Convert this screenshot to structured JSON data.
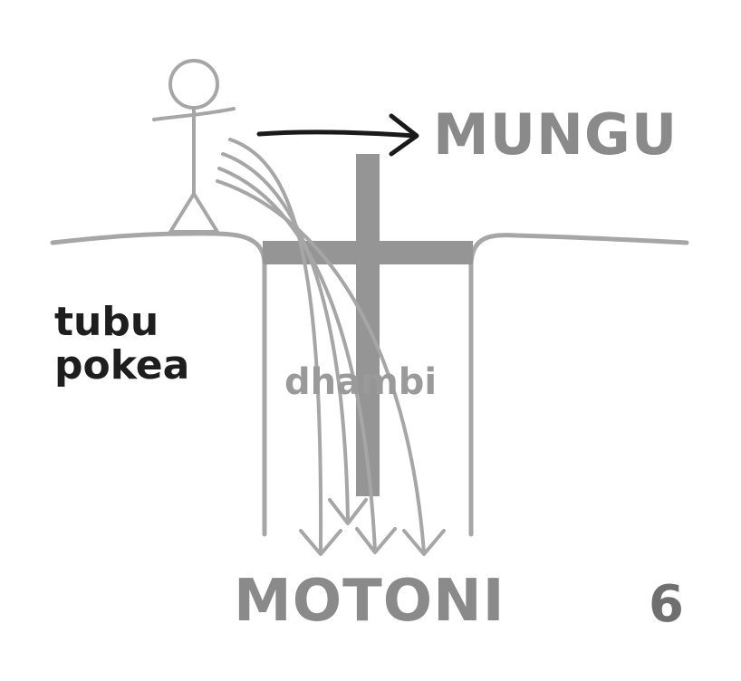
{
  "labels": {
    "top": "MUNGU",
    "bottom": "MOTONI",
    "middle": "dhambi",
    "left_line1": "tubu",
    "left_line2": "pokea",
    "page_number": "6"
  },
  "colors": {
    "figure": "#a6a6a6",
    "cross": "#959595",
    "arrow_black": "#1a1a1a",
    "label_gray": "#8a8a8a",
    "label_dark": "#1e1e1e"
  },
  "icons": {
    "person": "stick-figure-icon",
    "cross": "cross-icon",
    "arrow": "arrow-right-icon"
  }
}
